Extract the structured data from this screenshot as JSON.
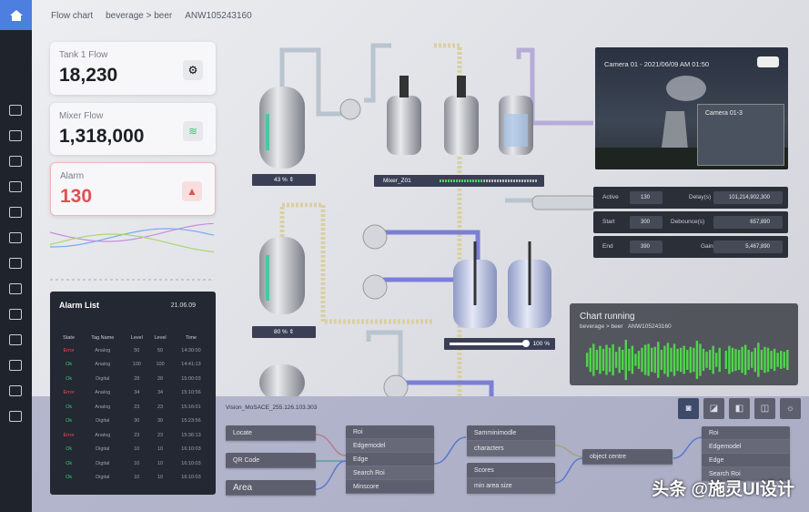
{
  "header": {
    "title": "Flow chart",
    "breadcrumb": "beverage > beer",
    "code": "ANW105243160"
  },
  "sidebar": {
    "icons": [
      "home-icon",
      "crop-icon",
      "qr-icon",
      "grid-icon",
      "text-icon",
      "abc-icon",
      "checker-icon",
      "barcode-icon",
      "measure-icon",
      "share-icon",
      "link-icon",
      "layers-icon",
      "brightness-icon",
      "contrast-icon"
    ]
  },
  "cards": [
    {
      "label": "Tank 1 Flow",
      "value": "18,230",
      "icon": "gear-icon"
    },
    {
      "label": "Mixer Flow",
      "value": "1,318,000",
      "icon": "signal-icon"
    },
    {
      "label": "Alarm",
      "value": "130",
      "icon": "warning-icon",
      "color": "#e0524f"
    }
  ],
  "alarm_list": {
    "title": "Alarm List",
    "date": "21.06.09",
    "headers": [
      "State",
      "Tag Name",
      "Level",
      "Level",
      "Time"
    ],
    "rows": [
      [
        "Error",
        "Analog",
        "50",
        "50",
        "14:30:00"
      ],
      [
        "Ok",
        "Analog",
        "100",
        "100",
        "14:41:13"
      ],
      [
        "Ok",
        "Digital",
        "28",
        "28",
        "15:00:03"
      ],
      [
        "Error",
        "Analog",
        "34",
        "34",
        "15:10:56"
      ],
      [
        "Ok",
        "Analog",
        "23",
        "23",
        "15:16:01"
      ],
      [
        "Ok",
        "Digital",
        "30",
        "30",
        "15:23:56"
      ],
      [
        "Error",
        "Analog",
        "23",
        "23",
        "15:36:13"
      ],
      [
        "Ok",
        "Digital",
        "10",
        "10",
        "16:10:03"
      ],
      [
        "Ok",
        "Digital",
        "10",
        "10",
        "16:10:03"
      ],
      [
        "Ok",
        "Digital",
        "10",
        "10",
        "16:10:03"
      ]
    ]
  },
  "process": {
    "tank1_level": "43 %",
    "tank2_level": "80 %",
    "mixer_label": "Mixer_Z01",
    "mixer_progress": 0.45,
    "slider_label": "100 %",
    "slider_value": 1.0
  },
  "camera": {
    "title": "Camera 01 - 2021/06/09 AM 01:50",
    "inset": "Camera 01-3"
  },
  "controls": [
    {
      "label": "Active",
      "value": "130",
      "label2": "Delay(s)",
      "value2": "101,214,902,300"
    },
    {
      "label": "Start",
      "value": "300",
      "label2": "Debounce(s)",
      "value2": "657,890"
    },
    {
      "label": "End",
      "value": "390",
      "label2": "Gain",
      "value2": "5,467,890"
    }
  ],
  "chart_running": {
    "title": "Chart running",
    "breadcrumb": "beverage > beer",
    "code": "ANW105243160",
    "bars": [
      0.35,
      0.6,
      0.8,
      0.5,
      0.7,
      0.55,
      0.75,
      0.6,
      0.78,
      0.4,
      0.65,
      0.5,
      1.0,
      0.55,
      0.7,
      0.3,
      0.45,
      0.6,
      0.75,
      0.8,
      0.6,
      0.65,
      0.9,
      0.5,
      0.7,
      0.85,
      0.6,
      0.8,
      0.55,
      0.6,
      0.7,
      0.5,
      0.65,
      0.6,
      0.95,
      0.8,
      0.55,
      0.4,
      0.5,
      0.7,
      0.35,
      0.6,
      0.85,
      0.45,
      0.7,
      0.6,
      0.55,
      0.5,
      0.65,
      0.75,
      0.5,
      0.4,
      0.6,
      0.85,
      0.5,
      0.65,
      0.6,
      0.45,
      0.55,
      0.35,
      0.45,
      0.4,
      0.5
    ]
  },
  "vision": {
    "title": "Vision_MoSACE_255.126.103.303",
    "inputs": [
      "Locate",
      "QR Code",
      "Area"
    ],
    "node1": [
      "Roi",
      "Edgemodel",
      "Edge",
      "Search Roi",
      "Minscore"
    ],
    "node2": [
      "Samminimodle",
      "characters"
    ],
    "node3": [
      "Scores",
      "min area size"
    ],
    "node4": [
      "object centre"
    ],
    "node5": [
      "Roi",
      "Edgemodel",
      "Edge",
      "Search Roi"
    ],
    "toolbar": [
      "camera-icon",
      "image-icon",
      "split-icon",
      "compare-icon",
      "bulb-icon"
    ]
  },
  "watermark": "头条 @施灵UI设计",
  "colors": {
    "accent": "#4d7fe0",
    "error": "#e0524f",
    "ok": "#2fcf73",
    "sidebar": "#1f232b"
  }
}
